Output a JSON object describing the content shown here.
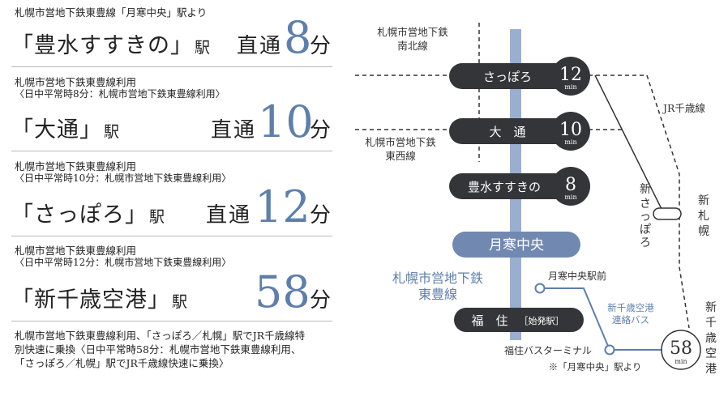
{
  "routes": [
    {
      "header": "札幌市営地下鉄東豊線「月寒中央」駅より",
      "station": "「豊水すすきの」",
      "eki": "駅",
      "direct": "直通",
      "minutes": "8",
      "fun": "分"
    },
    {
      "header": "札幌市営地下鉄東豊線利用",
      "note": "〈日中平常時8分：札幌市営地下鉄東豊線利用〉",
      "station": "「大通」",
      "eki": "駅",
      "direct": "直通",
      "minutes": "10",
      "fun": "分"
    },
    {
      "header": "札幌市営地下鉄東豊線利用",
      "note": "〈日中平常時10分：札幌市営地下鉄東豊線利用〉",
      "station": "「さっぽろ」",
      "eki": "駅",
      "direct": "直通",
      "minutes": "12",
      "fun": "分"
    },
    {
      "header": "札幌市営地下鉄東豊線利用",
      "note": "〈日中平常時12分：札幌市営地下鉄東豊線利用〉",
      "station": "「新千歳空港」",
      "eki": "駅",
      "minutes": "58",
      "fun": "分"
    }
  ],
  "footer": [
    "札幌市営地下鉄東豊線利用、「さっぽろ／札幌」駅でJR千歳線特",
    "別快速に乗換〈日中平常時58分：札幌市営地下鉄東豊線利用、",
    "「さっぽろ／札幌」駅でJR千歳線快速に乗換〉"
  ],
  "map": {
    "nanboku_line_1": "札幌市営地下鉄",
    "nanboku_line_2": "南北線",
    "tozai_line_1": "札幌市営地下鉄",
    "tozai_line_2": "東西線",
    "jr_line": "JR千歳線",
    "toho_line_1": "札幌市営地下鉄",
    "toho_line_2": "東豊線",
    "sapporo": "さっぽろ",
    "sapporo_min": "12",
    "odori": "大　通",
    "odori_min": "10",
    "hosui": "豊水すすきの",
    "hosui_min": "8",
    "min_unit": "min",
    "tsukisamu": "月寒中央",
    "fukuzumi": "福　住",
    "fukuzumi_note": "［始発駅］",
    "shin_sapporo": [
      "新",
      "さ",
      "っ",
      "ぽ",
      "ろ"
    ],
    "shin_satsu": [
      "新",
      "札",
      "幌"
    ],
    "shin_chitose": [
      "新",
      "千",
      "歳",
      "空",
      "港"
    ],
    "bus_stop": "月寒中央駅前",
    "bus_line_1": "新千歳空港",
    "bus_line_2": "連絡バス",
    "bus_terminal": "福住バスターミナル",
    "airport_min": "58",
    "footnote": "※「月寒中央」駅より",
    "colors": {
      "subway": "#9aaed0",
      "subway_text": "#5f7fa8",
      "pill": "#333538",
      "tsukisamu_pill": "#7188b0",
      "bus": "#5f7fa8"
    }
  }
}
